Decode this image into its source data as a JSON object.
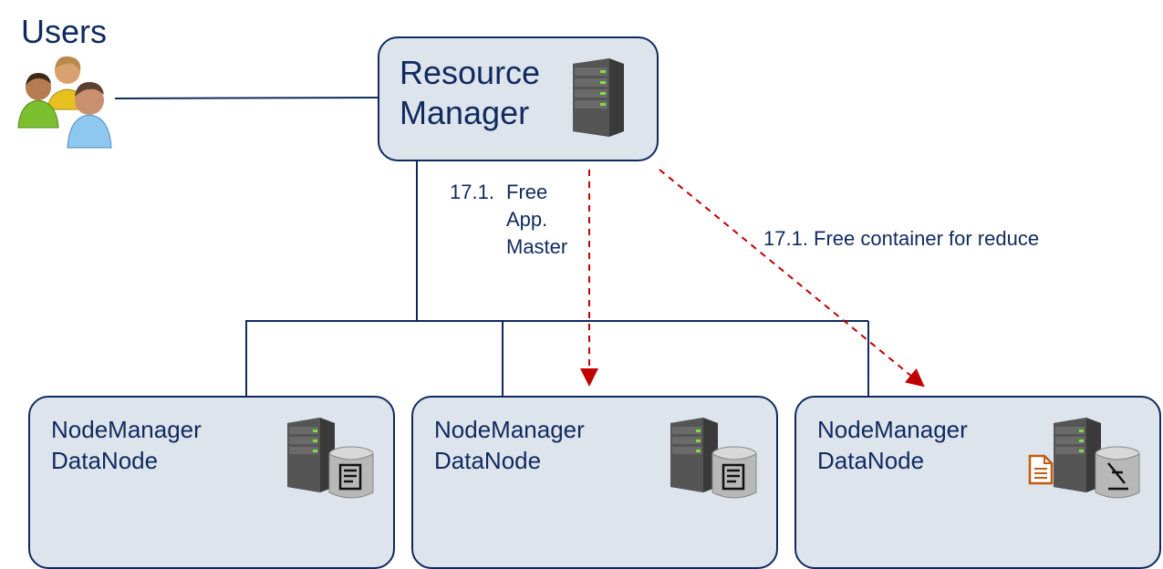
{
  "users": {
    "label": "Users"
  },
  "resource_manager": {
    "line1": "Resource",
    "line2": "Manager"
  },
  "annotations": {
    "app_master_num": "17.1.",
    "app_master_1": "Free",
    "app_master_2": "App.",
    "app_master_3": "Master",
    "reduce": "17.1. Free container for reduce"
  },
  "nodes": [
    {
      "line1": "NodeManager",
      "line2": "DataNode"
    },
    {
      "line1": "NodeManager",
      "line2": "DataNode"
    },
    {
      "line1": "NodeManager",
      "line2": "DataNode"
    }
  ],
  "colors": {
    "line": "#0f2a5f",
    "arrow": "#c00000",
    "box_fill": "#dde4ec",
    "doc_icon": "#c55a11"
  }
}
